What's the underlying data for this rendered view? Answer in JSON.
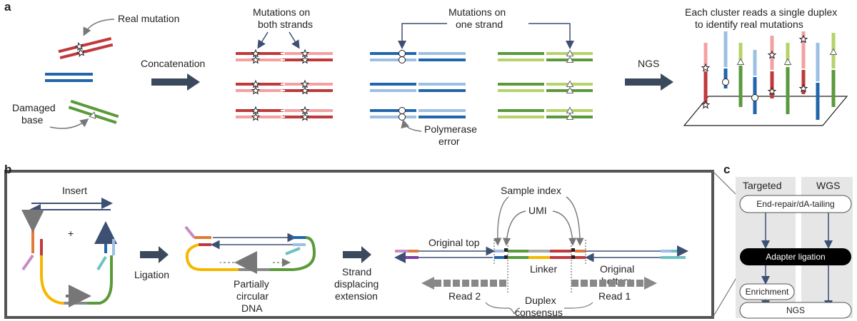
{
  "panel_a": {
    "letter": "a",
    "real_mutation": "Real mutation",
    "damaged_base": [
      "Damaged",
      "base"
    ],
    "concatenation": "Concatenation",
    "both_strands": [
      "Mutations on",
      "both strands"
    ],
    "one_strand": [
      "Mutations on",
      "one strand"
    ],
    "polymerase_error": [
      "Polymerase",
      "error"
    ],
    "ngs": "NGS",
    "cluster_text": [
      "Each cluster reads a single duplex",
      "to identify real mutations"
    ]
  },
  "panel_b": {
    "letter": "b",
    "insert": "Insert",
    "plus": "+",
    "ligation": "Ligation",
    "partially_circular": [
      "Partially",
      "circular",
      "DNA"
    ],
    "strand_displacing": [
      "Strand",
      "displacing",
      "extension"
    ],
    "sample_index": "Sample index",
    "umi": "UMI",
    "original_top": "Original top",
    "linker": "Linker",
    "original_bottom": [
      "Original",
      "bottom"
    ],
    "read2": "Read 2",
    "read1": "Read 1",
    "duplex_consensus": [
      "Duplex",
      "consensus"
    ]
  },
  "panel_c": {
    "letter": "c",
    "targeted": "Targeted",
    "wgs": "WGS",
    "end_repair": "End-repair/dA-tailing",
    "adapter_ligation": "Adapter ligation",
    "enrichment": "Enrichment",
    "ngs": "NGS"
  },
  "colors": {
    "red_dark": "#c0393b",
    "red_light": "#f4a0a3",
    "blue_dark": "#2166ac",
    "blue_light": "#9dbfe3",
    "green_dark": "#5a9a3a",
    "green_light": "#b5d36a",
    "arrow": "#3a4a5c",
    "gray": "#888888",
    "yellow": "#f5b800",
    "orange": "#e07b39",
    "purple": "#c98ac5",
    "teal": "#6cc3c0",
    "navy": "#3d4f73"
  }
}
